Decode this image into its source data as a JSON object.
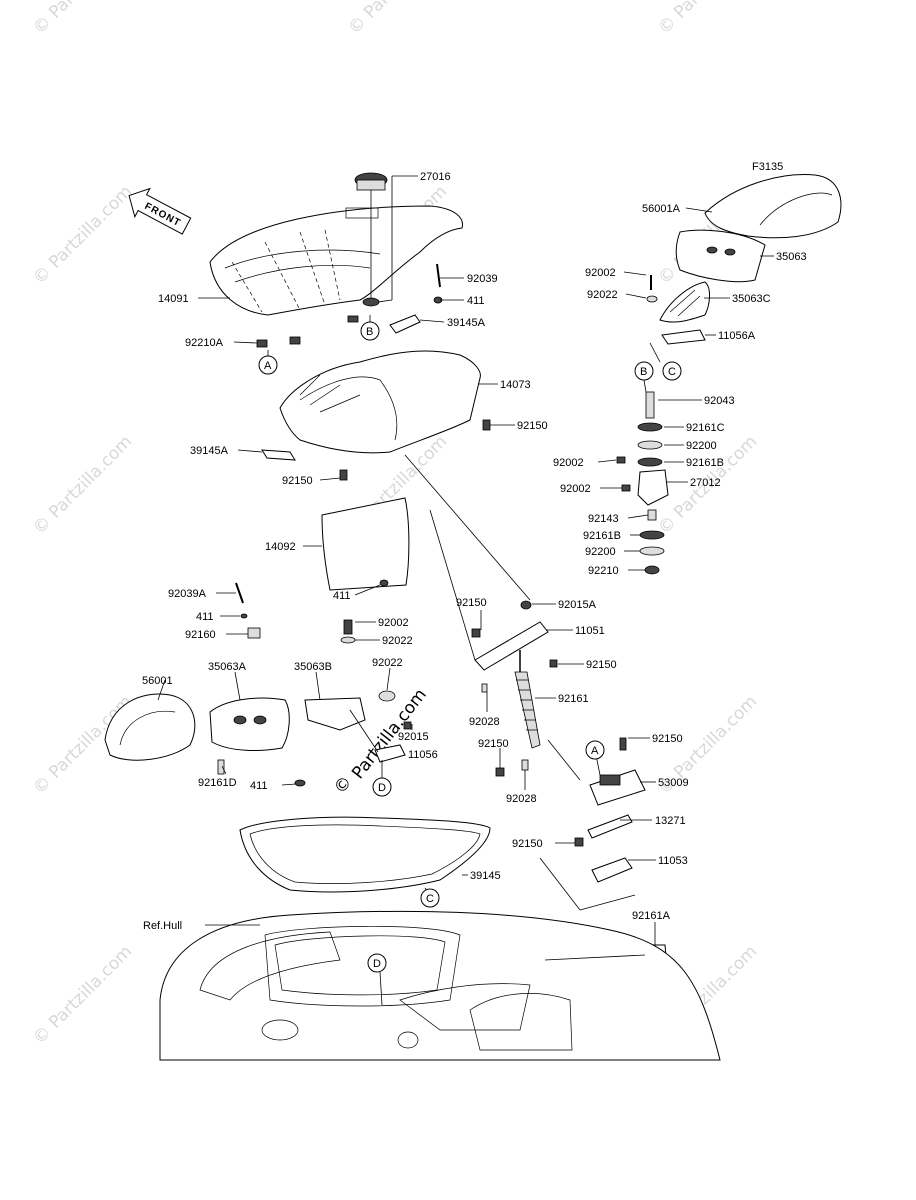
{
  "diagram": {
    "code": "F3135",
    "front_label": "FRONT",
    "ref_hull_label": "Ref.Hull",
    "callouts": {
      "a1": "A",
      "a2": "A",
      "b1": "B",
      "b2": "B",
      "c1": "C",
      "c2": "C",
      "d1": "D",
      "d2": "D"
    },
    "watermark_text": "© Partzilla.com",
    "center_watermark": "Partzilla.com",
    "parts": {
      "p27016": "27016",
      "p92039": "92039",
      "p411_a": "411",
      "p39145a_top": "39145A",
      "p14091": "14091",
      "p92210a": "92210A",
      "p14073": "14073",
      "p92150_a": "92150",
      "p39145a_left": "39145A",
      "p92150_b": "92150",
      "p14092": "14092",
      "p411_b": "411",
      "p56001a": "56001A",
      "p35063": "35063",
      "p92002_a": "92002",
      "p92022_a": "92022",
      "p35063c": "35063C",
      "p11056a": "11056A",
      "p92043": "92043",
      "p92161c": "92161C",
      "p92200_a": "92200",
      "p92002_b": "92002",
      "p92161b_a": "92161B",
      "p92002_c": "92002",
      "p27012": "27012",
      "p92143": "92143",
      "p92161b_b": "92161B",
      "p92200_b": "92200",
      "p92210": "92210",
      "p92039a": "92039A",
      "p411_c": "411",
      "p92160": "92160",
      "p92002_d": "92002",
      "p92022_b": "92022",
      "p92022_c": "92022",
      "p56001": "56001",
      "p35063a": "35063A",
      "p35063b": "35063B",
      "p92015": "92015",
      "p11056": "11056",
      "p92161d": "92161D",
      "p411_d": "411",
      "p92150_c": "92150",
      "p92015a": "92015A",
      "p11051": "11051",
      "p92150_d": "92150",
      "p92028_a": "92028",
      "p92161": "92161",
      "p92150_e": "92150",
      "p92028_b": "92028",
      "p92150_f": "92150",
      "p53009": "53009",
      "p13271": "13271",
      "p92150_g": "92150",
      "p11053": "11053",
      "p39145": "39145",
      "p92161a": "92161A"
    }
  }
}
